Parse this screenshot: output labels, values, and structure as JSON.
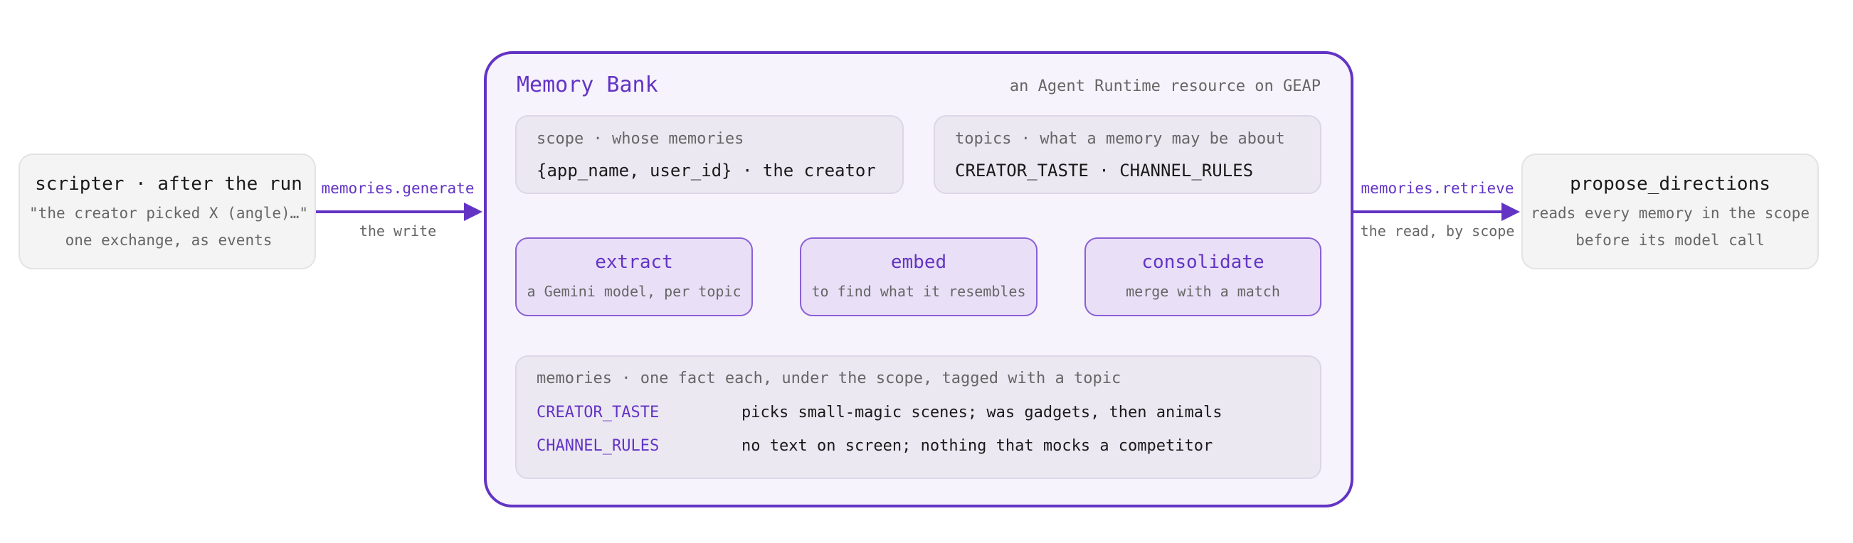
{
  "left": {
    "title": "scripter · after the run",
    "line1": "\"the creator picked X (angle)…\"",
    "line2": "one exchange, as events"
  },
  "arrow_in": {
    "label": "memories.generate",
    "caption": "the write"
  },
  "bank": {
    "title": "Memory Bank",
    "subtitle": "an Agent Runtime resource on GEAP",
    "scope": {
      "heading": "scope · whose memories",
      "value": "{app_name, user_id} · the creator"
    },
    "topics": {
      "heading": "topics · what a memory may be about",
      "value": "CREATOR_TASTE · CHANNEL_RULES"
    },
    "steps": [
      {
        "name": "extract",
        "desc": "a Gemini model, per topic"
      },
      {
        "name": "embed",
        "desc": "to find what it resembles"
      },
      {
        "name": "consolidate",
        "desc": "merge with a match"
      }
    ],
    "memories": {
      "heading": "memories · one fact each, under the scope, tagged with a topic",
      "rows": [
        {
          "topic": "CREATOR_TASTE",
          "fact": "picks small-magic scenes; was gadgets, then animals"
        },
        {
          "topic": "CHANNEL_RULES",
          "fact": "no text on screen; nothing that mocks a competitor"
        }
      ]
    }
  },
  "arrow_out": {
    "label": "memories.retrieve",
    "caption": "the read, by scope"
  },
  "right": {
    "title": "propose_directions",
    "line1": "reads every memory in the scope",
    "line2": "before its model call"
  },
  "colors": {
    "accent": "#6334c4",
    "panel": "#f6f3fc",
    "step": "#e9dff6",
    "neutral": "#f4f4f4"
  }
}
